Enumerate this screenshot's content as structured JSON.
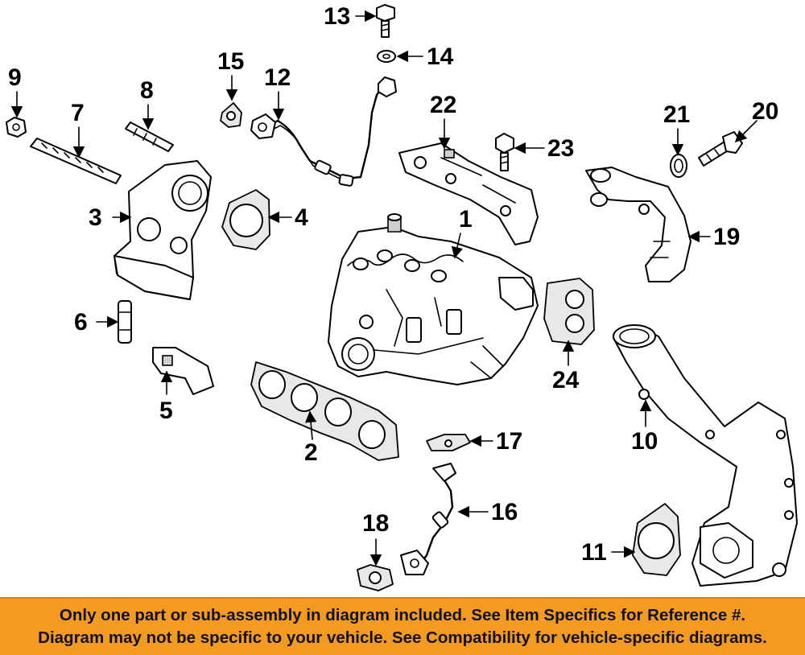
{
  "diagram": {
    "callouts": [
      "1",
      "2",
      "3",
      "4",
      "5",
      "6",
      "7",
      "8",
      "9",
      "10",
      "11",
      "12",
      "13",
      "14",
      "15",
      "16",
      "17",
      "18",
      "19",
      "20",
      "21",
      "22",
      "23",
      "24"
    ]
  },
  "banner": {
    "line1": "Only one part or sub-assembly in diagram included. See Item Specifics for Reference #.",
    "line2": "Diagram may not be specific to your vehicle. See Compatibility for vehicle-specific diagrams."
  },
  "colors": {
    "banner_bg": "#f29a22",
    "banner_text": "#111111",
    "line_art": "#000000"
  }
}
